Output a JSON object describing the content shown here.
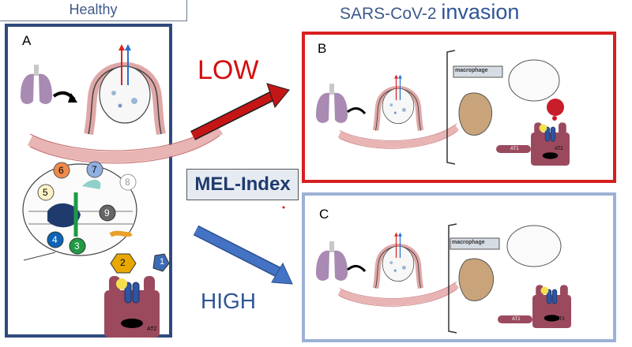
{
  "headers": {
    "healthy": "Healthy",
    "sars_prefix": "SARS-CoV-2",
    "sars_invasion": "invasion"
  },
  "panels": {
    "a": "A",
    "b": "B",
    "c": "C"
  },
  "center": {
    "index_label": "MEL-Index",
    "low_label": "LOW",
    "high_label": "HIGH"
  },
  "cell_labels": {
    "at1": "AT1",
    "at2": "AT2",
    "macrophage": "macrophage"
  },
  "receptor_numbers": [
    "1",
    "2",
    "3",
    "4",
    "5",
    "6",
    "7",
    "8",
    "9"
  ],
  "colors": {
    "low": "#d40f0f",
    "high": "#2f5597",
    "panel_a_border": "#2f4a7e",
    "panel_b_border": "#d62020",
    "panel_c_border": "#9cb1d6"
  }
}
